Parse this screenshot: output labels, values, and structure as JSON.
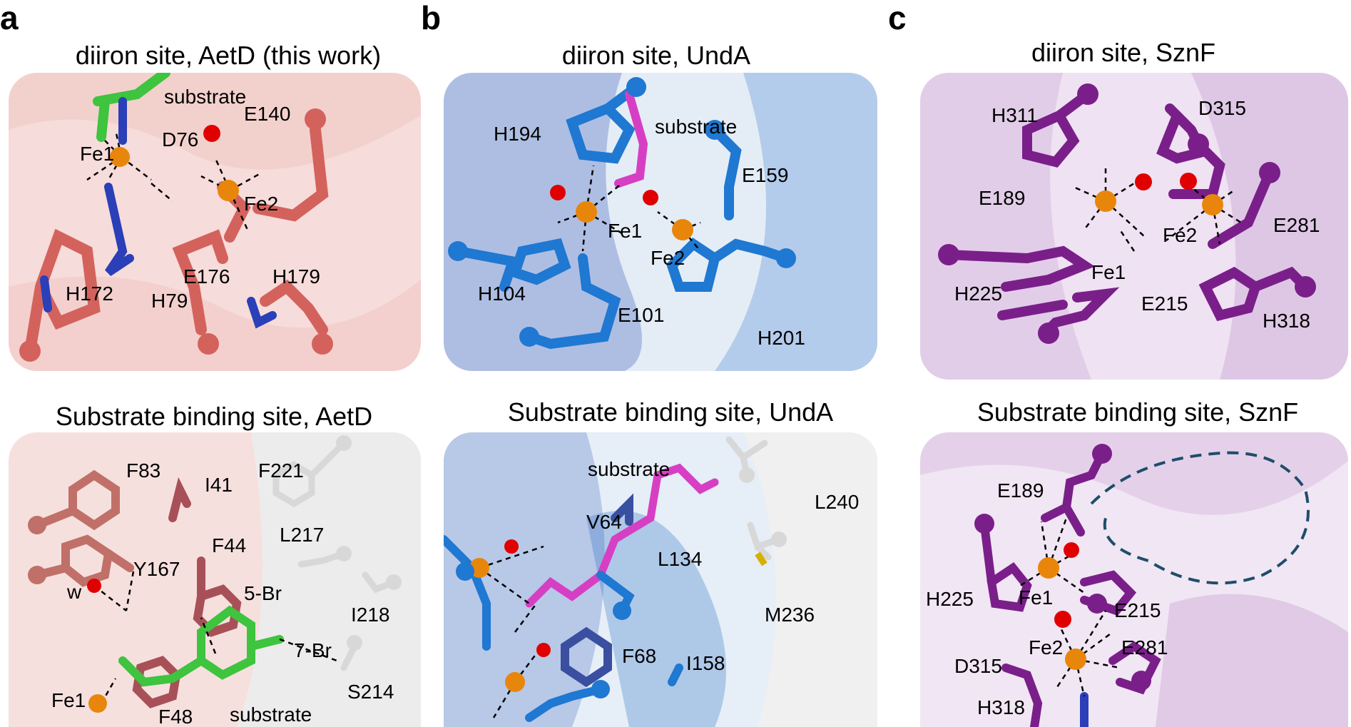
{
  "panels": {
    "a": {
      "letter": "a",
      "top_title": "diiron site, AetD (this work)",
      "bottom_title": "Substrate binding site, AetD",
      "top_labels": [
        "substrate",
        "E140",
        "D76",
        "Fe1",
        "Fe2",
        "H172",
        "H79",
        "E176",
        "H179"
      ],
      "bottom_labels": [
        "F83",
        "I41",
        "F221",
        "L217",
        "F44",
        "Y167",
        "5-Br",
        "I218",
        "w",
        "7-Br",
        "Fe1",
        "S214",
        "F48",
        "substrate"
      ]
    },
    "b": {
      "letter": "b",
      "top_title": "diiron site, UndA",
      "bottom_title": "Substrate binding site, UndA",
      "top_labels": [
        "substrate",
        "H194",
        "E159",
        "Fe1",
        "Fe2",
        "H104",
        "E101",
        "H201"
      ],
      "bottom_labels": [
        "substrate",
        "L240",
        "V64",
        "L134",
        "M236",
        "F68",
        "I158"
      ]
    },
    "c": {
      "letter": "c",
      "top_title": "diiron site, SznF",
      "bottom_title": "Substrate binding site, SznF",
      "top_labels": [
        "H311",
        "D315",
        "E189",
        "Fe2",
        "E281",
        "Fe1",
        "H225",
        "E215",
        "H318"
      ],
      "bottom_labels": [
        "E189",
        "H225",
        "Fe1",
        "E215",
        "Fe2",
        "E281",
        "D315",
        "H318"
      ]
    }
  },
  "colors": {
    "aetd": "#d4625c",
    "aetd_dark": "#a85058",
    "unda": "#1f78d1",
    "unda_dark": "#3a4fa0",
    "sznf": "#7a1f8a",
    "substrate_green": "#3ec43e",
    "substrate_magenta": "#d63fc4",
    "iron": "#e8860c",
    "water": "#e00000",
    "nitrogen": "#2a3fb8",
    "oxygen": "#e02020",
    "grey_residue": "#d8d8d8"
  }
}
